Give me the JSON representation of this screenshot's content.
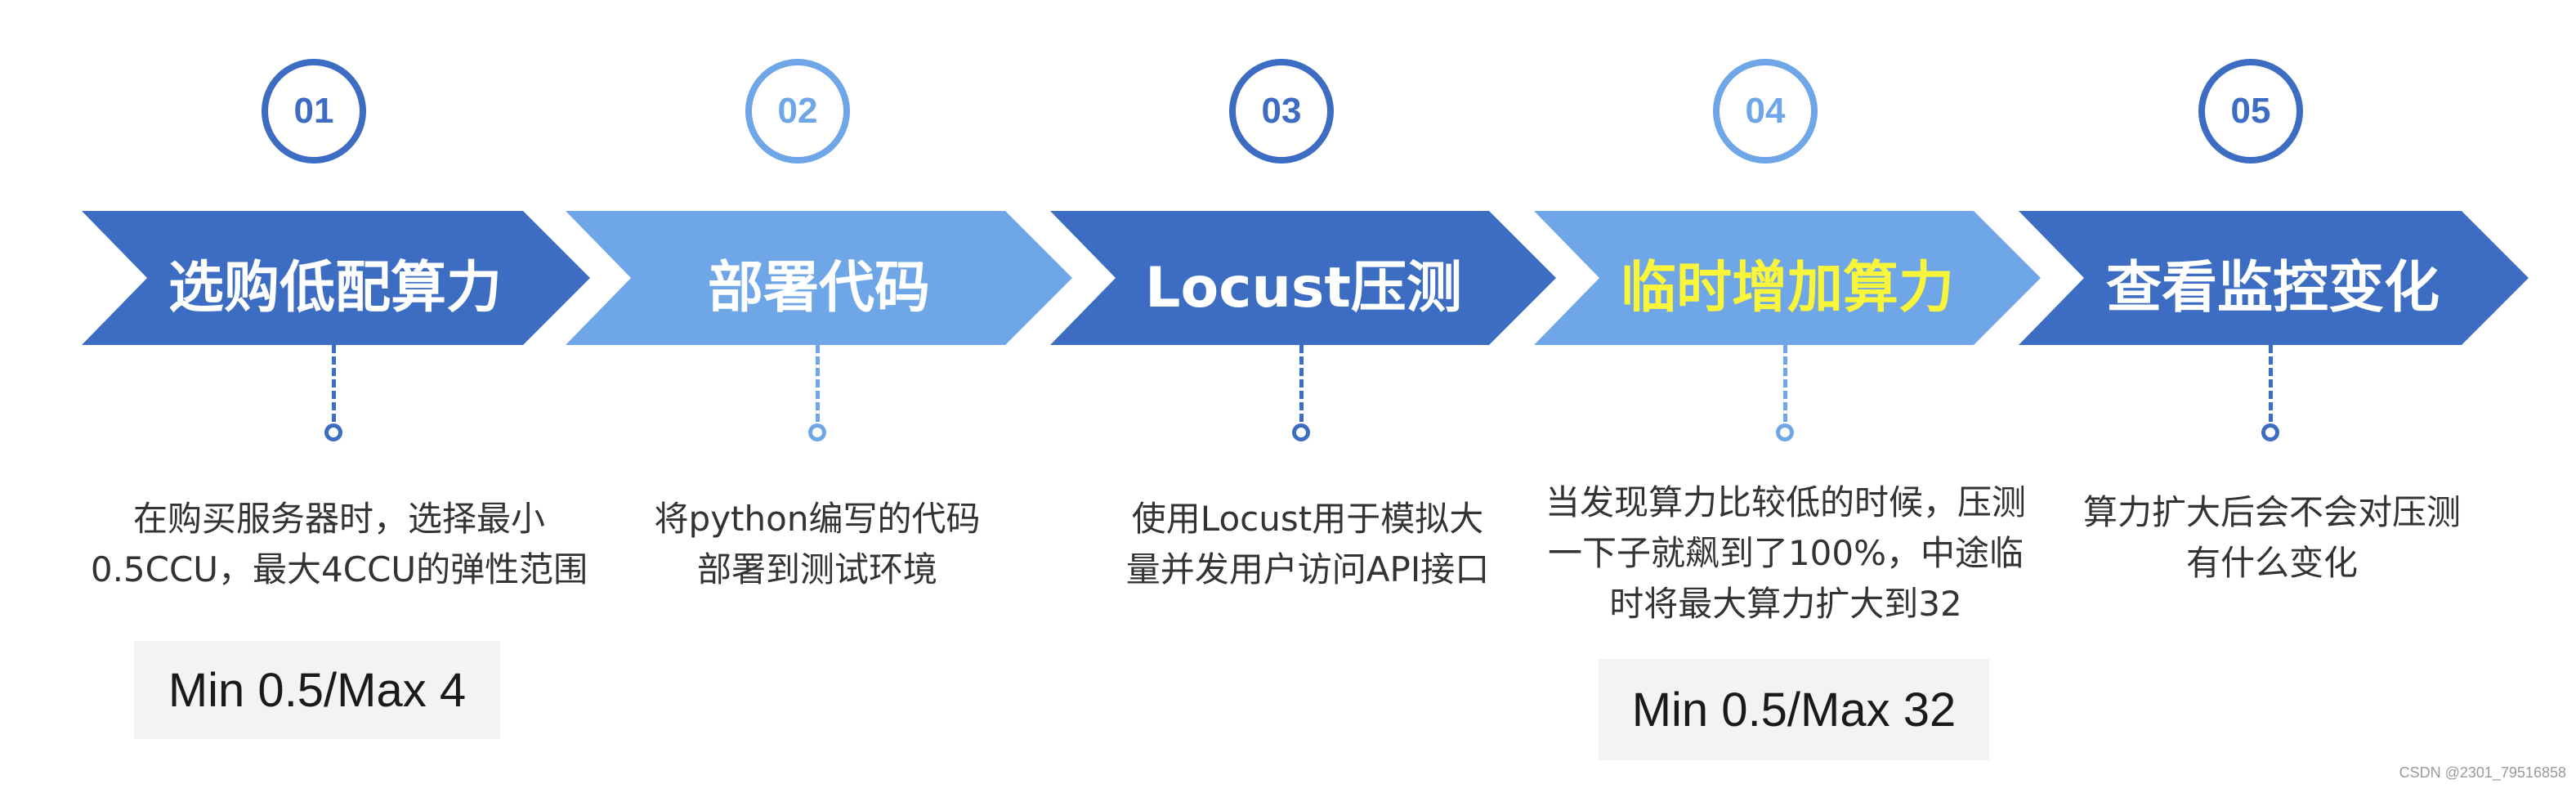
{
  "colors": {
    "dark_blue": "#3C6DC2",
    "light_blue": "#6EA6E8",
    "highlight_yellow": "#F8F53A",
    "tag_background": "#F2F3F5",
    "text": "#333333"
  },
  "steps": [
    {
      "number": "01",
      "title": "选购低配算力",
      "description": [
        "在购买服务器时，选择最小",
        "0.5CCU，最大4CCU的弹性范围"
      ],
      "tag": "Min 0.5/Max 4"
    },
    {
      "number": "02",
      "title": "部署代码",
      "description": [
        "将python编写的代码",
        "部署到测试环境"
      ]
    },
    {
      "number": "03",
      "title": "Locust压测",
      "description": [
        "使用Locust用于模拟大",
        "量并发用户访问API接口"
      ]
    },
    {
      "number": "04",
      "title": "临时增加算力",
      "description": [
        "当发现算力比较低的时候，压测",
        "一下子就飙到了100%，中途临",
        "时将最大算力扩大到32"
      ],
      "tag": "Min 0.5/Max 32"
    },
    {
      "number": "05",
      "title": "查看监控变化",
      "description": [
        "算力扩大后会不会对压测",
        "有什么变化"
      ]
    }
  ],
  "watermark": "CSDN @2301_79516858"
}
